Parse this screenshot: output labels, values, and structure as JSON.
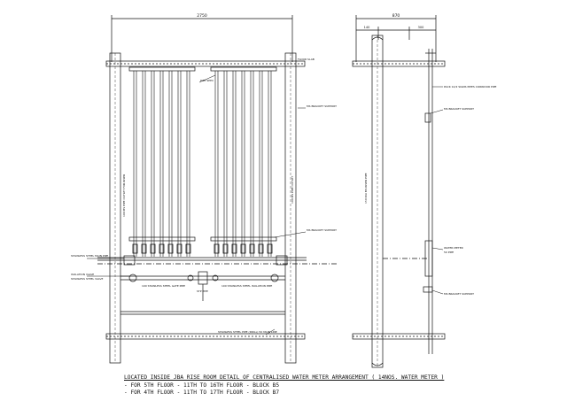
{
  "dimensions": {
    "front_width": "2750",
    "side_width": "870",
    "side_sub_left": "140",
    "side_sub_right": "300"
  },
  "labels": {
    "floor_slab": "FLOOR SLAB",
    "pipe_top": "PIPE SPEC",
    "bracket_top": "MS BRACKET SUPPORT",
    "riser_left": "100 MS PIPE OUTLET FOR RISER",
    "riser_right": "100 MS PIPE OUTLET",
    "ms_bracket_mid": "MS BRACKET SUPPORT",
    "stainless_main": "STAINLESS STEEL MAIN PIPE",
    "isolation_valve": "ISOLATION VALVE",
    "stainless_valve": "STAINLESS STEEL VALVE",
    "pipe_a": "100 STAINLESS STEEL GATE PIPE",
    "pipe_b": "100 STAINLESS STEEL ISOLATION PIPE",
    "stp_pipe": "STP PIPE",
    "bottom_pipe": "STAINLESS STEEL PIPE (DRILL) 50 MAIN LINE",
    "side_riser": "150 DIA MS RISER PIPE",
    "side_top": "PACK 12/2 SIGNS PIPES CORRIDOR PIPE",
    "side_bracket": "MS BRACKET SUPPORT",
    "side_meter": "WATER METER",
    "side_pipe": "50 PIPE",
    "side_bottom": "MS BRACKET SUPPORT"
  },
  "caption": {
    "main": "LOCATED INSIDE JBA RISE ROOM DETAIL OF CENTRALISED WATER METER ARRANGEMENT ( 14NOS. WATER METER )",
    "line1": "- FOR 5TH FLOOR - 11TH TO 16TH FLOOR - BLOCK B5",
    "line2": "- FOR 4TH FLOOR - 11TH TO 17TH FLOOR - BLOCK B7"
  }
}
